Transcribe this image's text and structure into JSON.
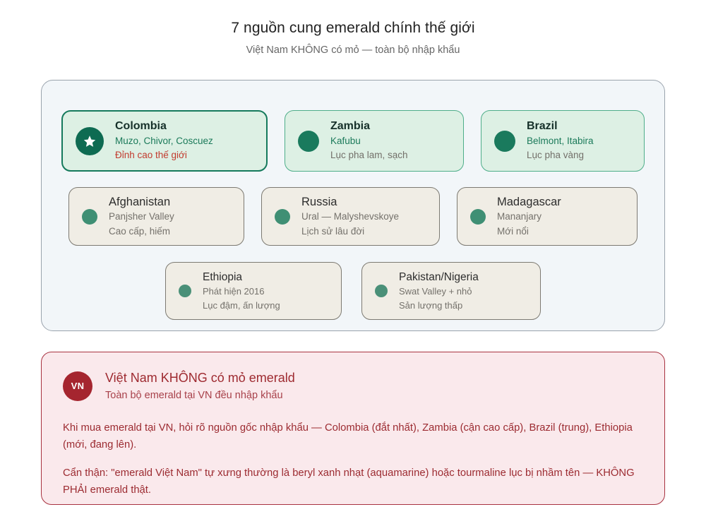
{
  "header": {
    "title": "7 nguồn cung emerald chính thế giới",
    "subtitle": "Việt Nam KHÔNG có mỏ — toàn bộ nhập khẩu"
  },
  "colors": {
    "panel_bg": "#f2f6f9",
    "tier1_bg": "#ddf0e4",
    "tier1_border": "#157a5c",
    "tier2_bg": "#f0ede5",
    "tier2_border": "#7d7a72",
    "accent_green": "#1b7a5a",
    "warning_bg": "#fae9ec",
    "warning_border": "#a83240",
    "warning_text": "#9c2b31",
    "badge_bg": "#a5252f"
  },
  "sources": {
    "row1": [
      {
        "name": "Colombia",
        "sub": "Muzo, Chivor, Coscuez",
        "note": "Đỉnh cao thế giới",
        "icon": "star-icon"
      },
      {
        "name": "Zambia",
        "sub": "Kafubu",
        "note": "Lục pha lam, sạch",
        "icon": "dot-icon"
      },
      {
        "name": "Brazil",
        "sub": "Belmont, Itabira",
        "note": "Lục pha vàng",
        "icon": "dot-icon"
      }
    ],
    "row2": [
      {
        "name": "Afghanistan",
        "sub": "Panjsher Valley",
        "note": "Cao cấp, hiếm",
        "icon": "dot-icon"
      },
      {
        "name": "Russia",
        "sub": "Ural — Malyshevskoye",
        "note": "Lịch sử lâu đời",
        "icon": "dot-icon"
      },
      {
        "name": "Madagascar",
        "sub": "Mananjary",
        "note": "Mới nổi",
        "icon": "dot-icon"
      }
    ],
    "row3": [
      {
        "name": "Ethiopia",
        "sub": "Phát hiện 2016",
        "note": "Lục đậm, ấn lượng",
        "icon": "dot-icon"
      },
      {
        "name": "Pakistan/Nigeria",
        "sub": "Swat Valley + nhỏ",
        "note": "Sản lượng thấp",
        "icon": "dot-icon"
      }
    ]
  },
  "warning": {
    "badge": "VN",
    "title": "Việt Nam KHÔNG có mỏ emerald",
    "subtitle": "Toàn bộ emerald tại VN đều nhập khẩu",
    "paragraph1": "Khi mua emerald tại VN, hỏi rõ nguồn gốc nhập khẩu — Colombia (đắt nhất), Zambia (cận cao cấp), Brazil (trung), Ethiopia (mới, đang lên).",
    "paragraph2": "Cẩn thận: \"emerald Việt Nam\" tự xưng thường là beryl xanh nhạt (aquamarine) hoặc tourmaline lục bị nhầm tên — KHÔNG PHẢI emerald thật."
  }
}
